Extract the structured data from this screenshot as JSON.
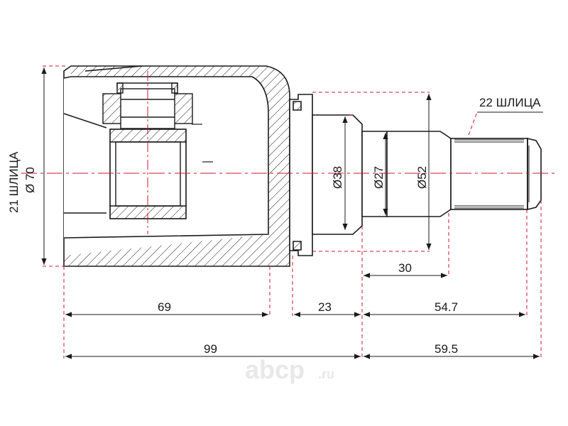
{
  "drawing": {
    "left_label": {
      "splines": "21 ШЛИЦА",
      "diameter": "Ø 70"
    },
    "right_label": {
      "splines": "22 ШЛИЦА"
    },
    "diameters": {
      "d38": "Ø38",
      "d27": "Ø27",
      "d52": "Ø52"
    },
    "lengths": {
      "l30": "30",
      "l69": "69",
      "l23": "23",
      "l54_7": "54.7",
      "l99": "99",
      "l59_5": "59.5"
    }
  },
  "watermark": {
    "brand": "abcp",
    "suffix": ".ru"
  },
  "colors": {
    "line": "#1a1a1a",
    "dimension": "#d0142c",
    "watermark": "#e8e8e8"
  }
}
